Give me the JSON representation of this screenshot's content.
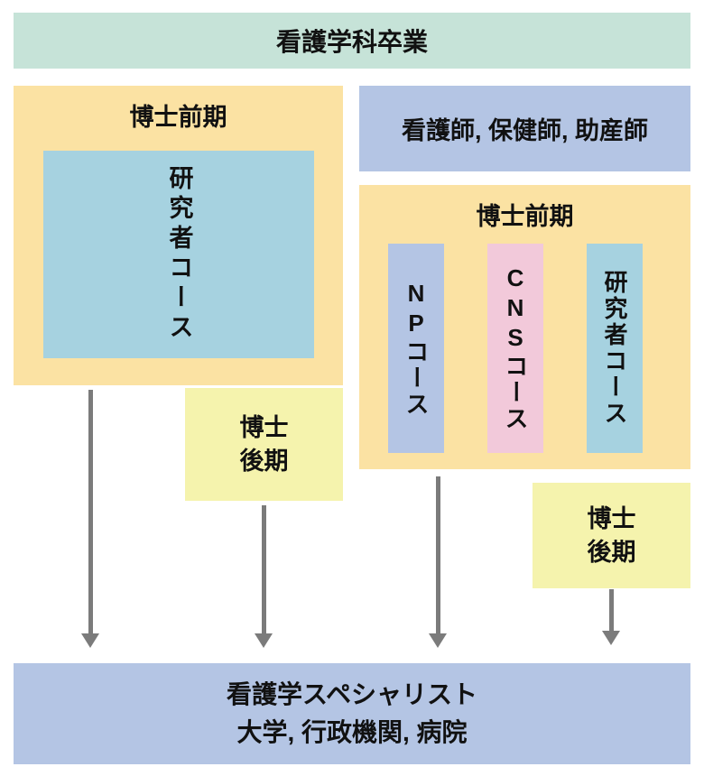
{
  "colors": {
    "mint": "#c6e3d8",
    "orange": "#fbe2a3",
    "sky_blue": "#a6d2e0",
    "periwinkle": "#b4c5e4",
    "pink": "#f2c9da",
    "yellow": "#f5f3ad",
    "arrow_gray": "#7b7b7b",
    "text": "#111111",
    "background": "#ffffff"
  },
  "diagram": {
    "top_banner": {
      "label": "看護学科卒業"
    },
    "left_track": {
      "masters_box": {
        "title": "博士前期",
        "course": {
          "label": "研究者コース",
          "color": "#a6d2e0"
        }
      },
      "doctoral_box": {
        "line1": "博士",
        "line2": "後期"
      }
    },
    "right_track": {
      "license_box": {
        "label": "看護師, 保健師, 助産師"
      },
      "masters_box": {
        "title": "博士前期",
        "courses": [
          {
            "label": "NPコース",
            "color": "#b4c5e4"
          },
          {
            "label": "CNSコース",
            "color": "#f2c9da"
          },
          {
            "label": "研究者コース",
            "color": "#a6d2e0"
          }
        ]
      },
      "doctoral_box": {
        "line1": "博士",
        "line2": "後期"
      }
    },
    "bottom_banner": {
      "line1": "看護学スペシャリスト",
      "line2": "大学, 行政機関, 病院"
    }
  }
}
